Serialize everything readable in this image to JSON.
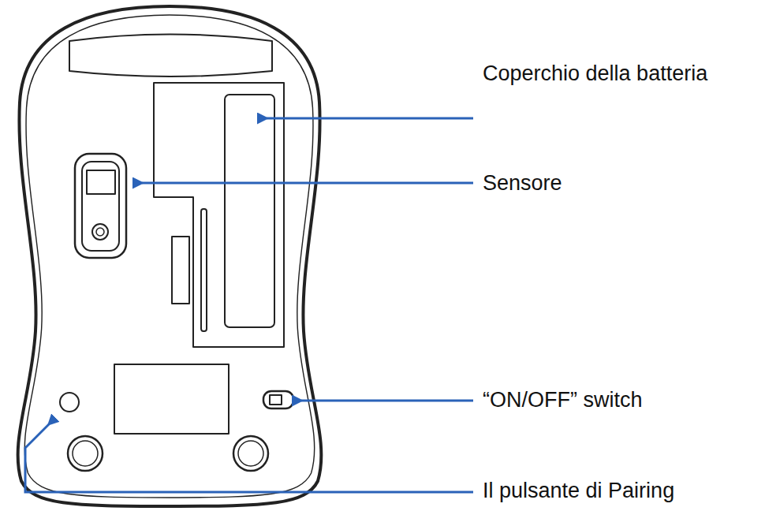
{
  "diagram": {
    "labels": [
      "Coperchio della batteria",
      "Sensore",
      "“ON/OFF” switch",
      "Il pulsante di Pairing"
    ]
  }
}
